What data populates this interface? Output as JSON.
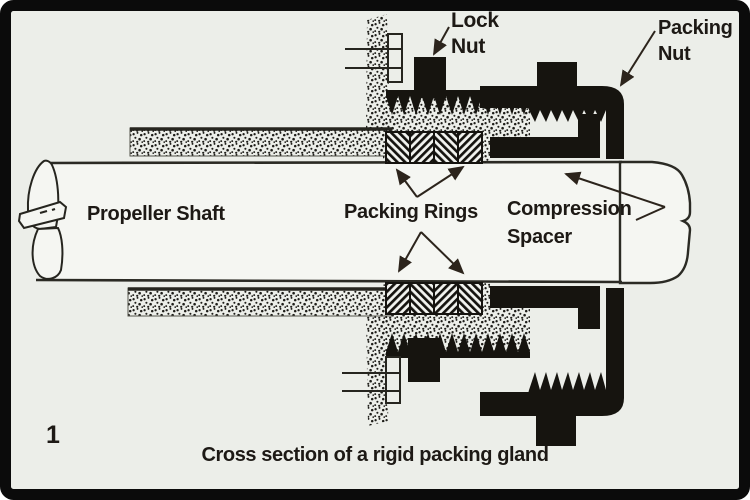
{
  "figure": {
    "number": "1",
    "caption": "Cross section of a rigid packing gland"
  },
  "labels": {
    "lock_nut": {
      "line1": "Lock",
      "line2": "Nut"
    },
    "packing_nut": {
      "line1": "Packing",
      "line2": "Nut"
    },
    "propeller_shaft": "Propeller Shaft",
    "packing_rings": "Packing Rings",
    "compression_spacer": {
      "line1": "Compression",
      "line2": "Spacer"
    }
  },
  "colors": {
    "paper": "#eceee9",
    "ink": "#16140f",
    "outline": "#2b2a24",
    "arrow": "#2c241c",
    "frame": "#0b0b0b"
  }
}
